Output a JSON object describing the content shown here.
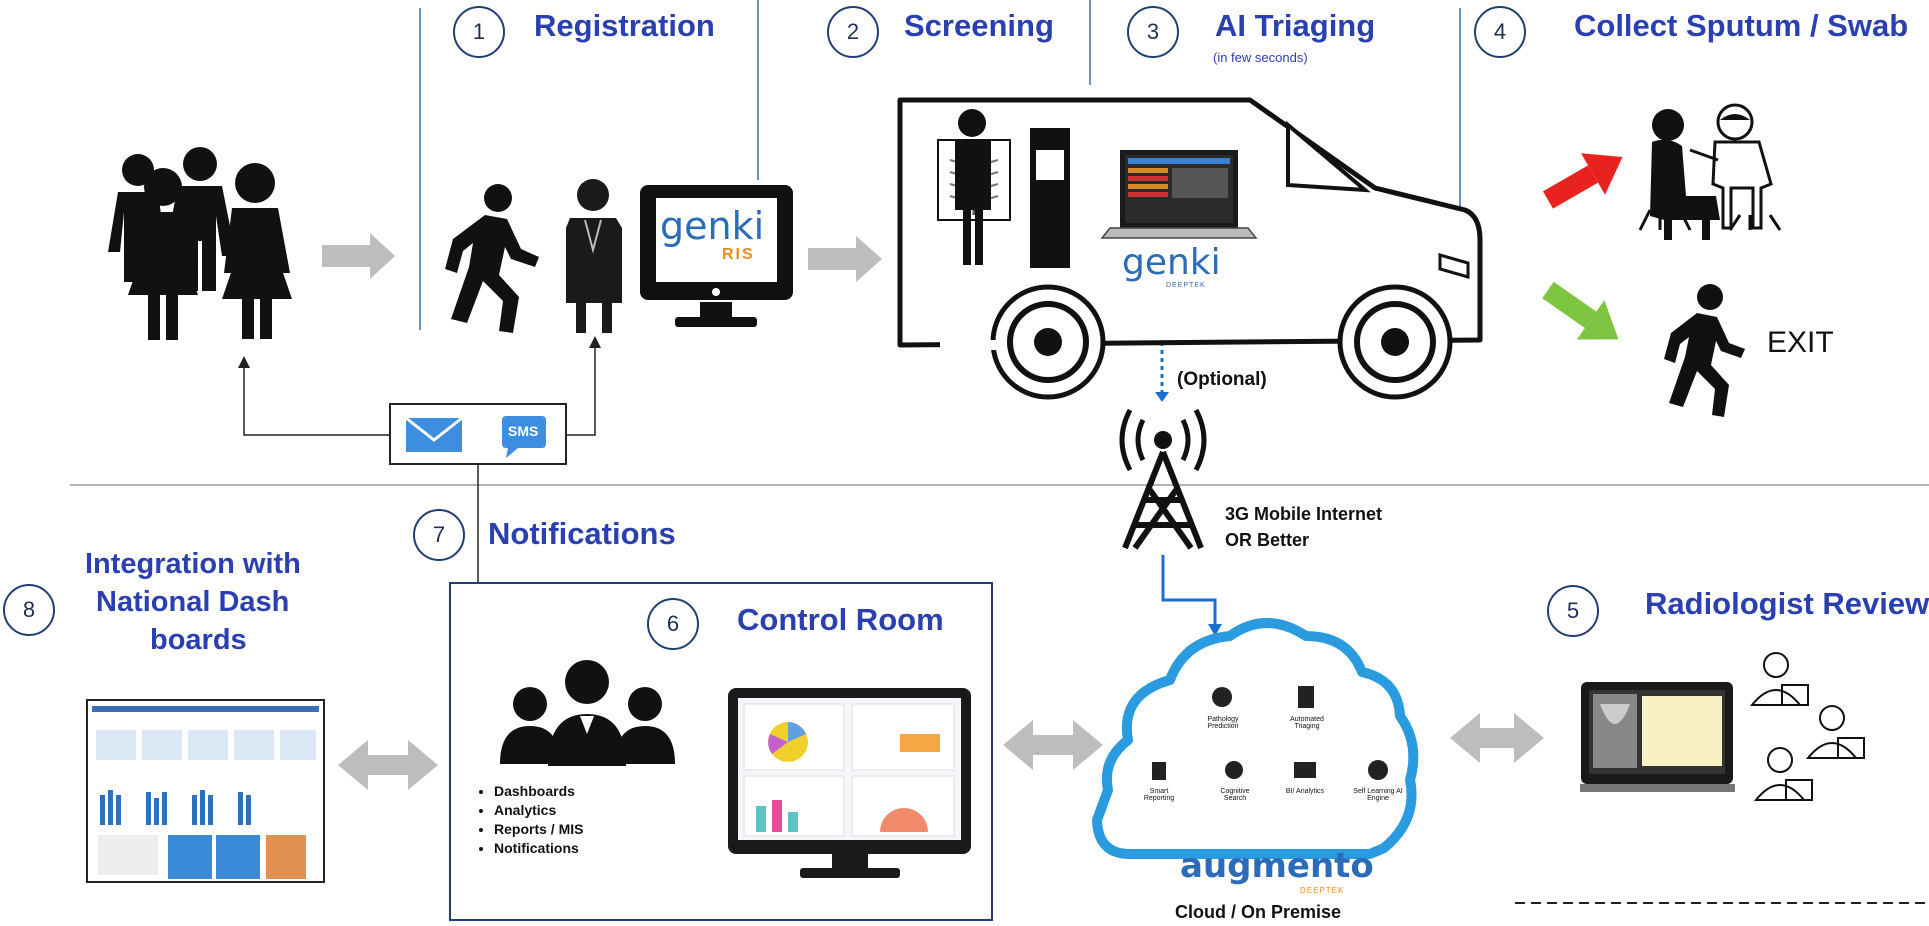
{
  "steps": [
    {
      "number": "1",
      "title": "Registration"
    },
    {
      "number": "2",
      "title": "Screening"
    },
    {
      "number": "3",
      "title": "AI Triaging",
      "note": "(in few seconds)"
    },
    {
      "number": "4",
      "title": "Collect Sputum / Swab"
    },
    {
      "number": "5",
      "title": "Radiologist Review"
    },
    {
      "number": "6",
      "title": "Control Room"
    },
    {
      "number": "7",
      "title": "Notifications"
    },
    {
      "number": "8",
      "title_lines": [
        "Integration with",
        "National  Dash",
        "boards"
      ]
    }
  ],
  "brands": {
    "ris_logo": "genki",
    "ris_sub": "RIS",
    "van_logo": "genki",
    "van_sub": "DEEPTEK",
    "cloud_logo": "augmento",
    "cloud_sub": "DEEPTEK"
  },
  "labels": {
    "exit": "EXIT",
    "optional": "(Optional)",
    "network_line1": "3G Mobile Internet",
    "network_line2": "OR Better",
    "cloud_caption": "Cloud  / On Premise",
    "sms": "SMS"
  },
  "control_room_items": [
    "Dashboards",
    "Analytics",
    "Reports / MIS",
    "Notifications"
  ],
  "cloud_features": [
    "Pathology Prediction",
    "Automated Triaging",
    "Smart Reporting",
    "Cognitive Search",
    "BI/ Analytics",
    "Self Learning AI Engine"
  ],
  "colors": {
    "heading": "#2a3fb0",
    "accent_blue": "#1a6fd1",
    "red_arrow": "#e8231f",
    "green_arrow": "#7dc441",
    "grey_arrow": "#bdbdbd",
    "cloud_outline": "#2b9be0"
  }
}
